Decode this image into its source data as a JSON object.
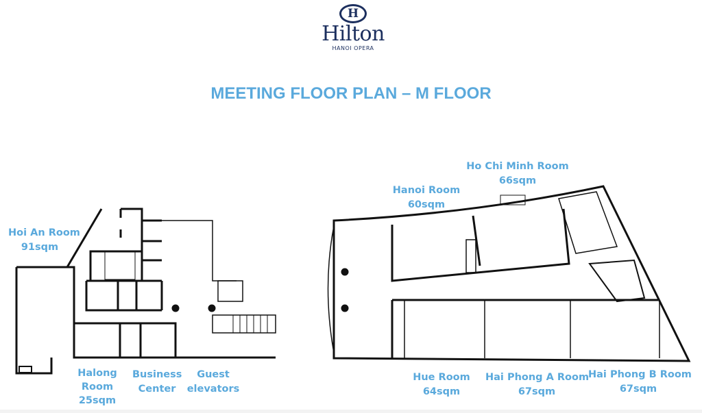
{
  "logo": {
    "mark": "H",
    "name": "Hilton",
    "subtitle": "HANOI OPERA"
  },
  "title": "MEETING FLOOR PLAN – M FLOOR",
  "colors": {
    "label": "#5aa9dc",
    "brand": "#1c2f5e",
    "walls": "#111111"
  },
  "rooms": [
    {
      "name": "Hoi An Room",
      "size": "91sqm"
    },
    {
      "name": "Halong Room",
      "size": "25sqm"
    },
    {
      "name": "Business Center",
      "size": ""
    },
    {
      "name": "Guest elevators",
      "size": ""
    },
    {
      "name": "Hanoi Room",
      "size": "60sqm"
    },
    {
      "name": "Ho Chi Minh Room",
      "size": "66sqm"
    },
    {
      "name": "Hue Room",
      "size": "64sqm"
    },
    {
      "name": "Hai Phong A Room",
      "size": "67sqm"
    },
    {
      "name": "Hai Phong B Room",
      "size": "67sqm"
    }
  ],
  "labels": {
    "halong_1": "Halong",
    "halong_2": "Room",
    "business_1": "Business",
    "business_2": "Center",
    "guest_1": "Guest",
    "guest_2": "elevators"
  }
}
